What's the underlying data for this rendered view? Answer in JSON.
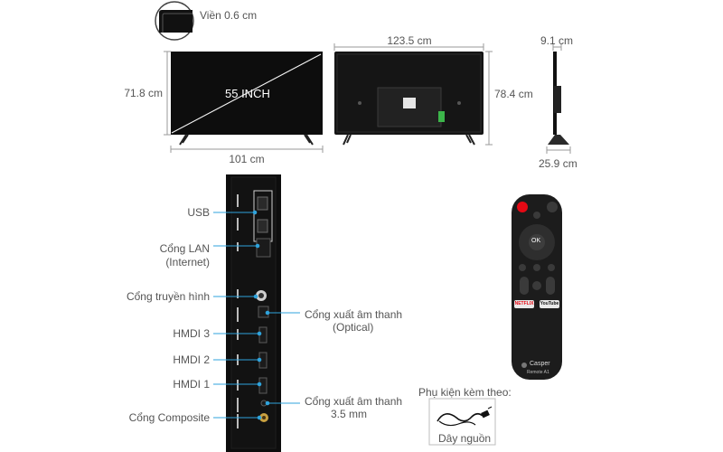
{
  "bezel": {
    "label": "Viền 0.6 cm"
  },
  "front": {
    "screen_size": "55 INCH",
    "width": "101 cm",
    "height": "71.8 cm"
  },
  "back": {
    "width": "123.5 cm",
    "height": "78.4 cm"
  },
  "side": {
    "depth": "9.1 cm",
    "stand_depth": "25.9 cm"
  },
  "ports": {
    "usb": "USB",
    "lan_line1": "Cổng LAN",
    "lan_line2": "(Internet)",
    "antenna": "Cổng truyền hình",
    "hdmi3": "HMDI 3",
    "hdmi2": "HMDI 2",
    "hdmi1": "HMDI 1",
    "composite": "Cổng Composite",
    "optical_line1": "Cổng xuất âm thanh",
    "optical_line2": "(Optical)",
    "audio35_line1": "Cổng xuất âm thanh",
    "audio35_line2": "3.5 mm"
  },
  "remote": {
    "ok": "OK",
    "netflix": "NETFLIX",
    "youtube": "YouTube",
    "brand": "Casper",
    "model": "Remote A1"
  },
  "accessories": {
    "title": "Phụ kiện kèm theo:",
    "power_cord": "Dây nguồn"
  },
  "colors": {
    "accent_red": "#e50914",
    "remote_body": "#1c1c1c",
    "dimension_line": "#9a9a9a"
  }
}
